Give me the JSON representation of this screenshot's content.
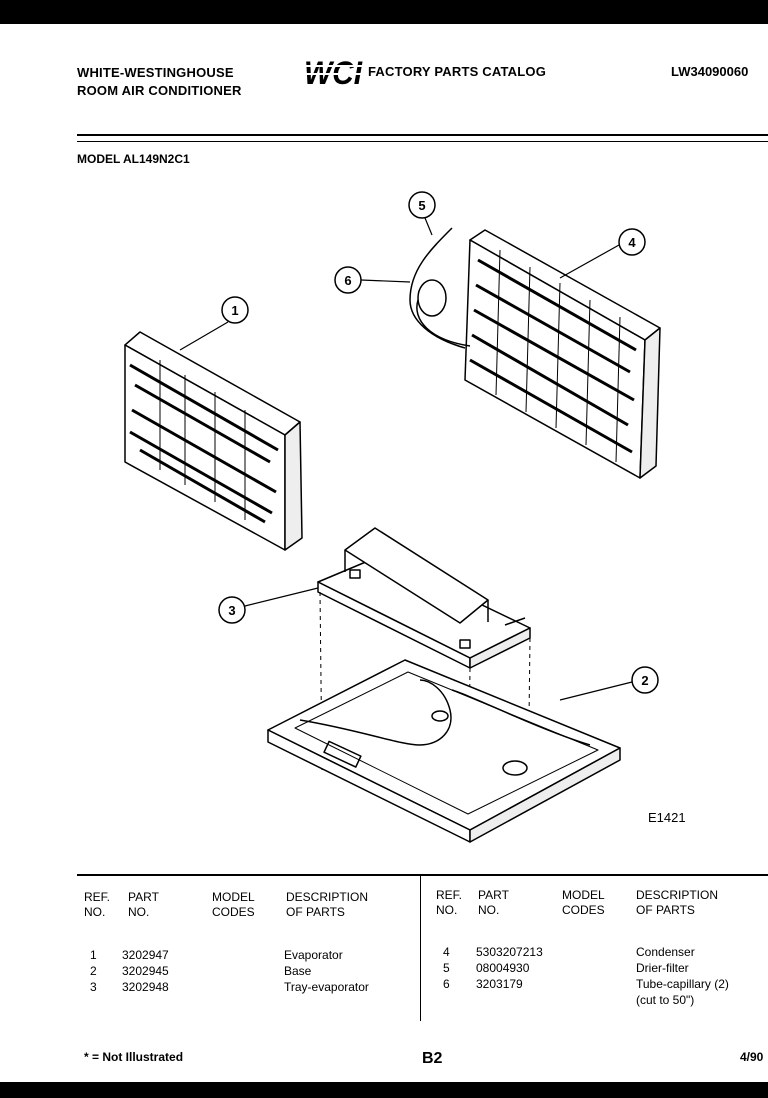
{
  "header": {
    "brand_line1": "WHITE-WESTINGHOUSE",
    "brand_line2": "ROOM AIR CONDITIONER",
    "logo_text": "WCI",
    "catalog_title": "FACTORY PARTS CATALOG",
    "doc_number": "LW34090060",
    "model": "MODEL AL149N2C1"
  },
  "diagram": {
    "figure_id": "E1421",
    "callouts": [
      "1",
      "2",
      "3",
      "4",
      "5",
      "6"
    ]
  },
  "table": {
    "headers": {
      "ref": [
        "REF.",
        "NO."
      ],
      "part": [
        "PART",
        "NO."
      ],
      "model": [
        "MODEL",
        "CODES"
      ],
      "desc": [
        "DESCRIPTION",
        "OF PARTS"
      ]
    },
    "left_rows": [
      {
        "ref": "1",
        "part": "3202947",
        "desc": "Evaporator"
      },
      {
        "ref": "2",
        "part": "3202945",
        "desc": "Base"
      },
      {
        "ref": "3",
        "part": "3202948",
        "desc": "Tray-evaporator"
      }
    ],
    "right_rows": [
      {
        "ref": "4",
        "part": "5303207213",
        "desc": "Condenser"
      },
      {
        "ref": "5",
        "part": "08004930",
        "desc": "Drier-filter"
      },
      {
        "ref": "6",
        "part": "3203179",
        "desc": "Tube-capillary (2)"
      }
    ],
    "right_row6_line2": "(cut to 50\")"
  },
  "footer": {
    "note": "* = Not Illustrated",
    "page": "B2",
    "date": "4/90"
  }
}
